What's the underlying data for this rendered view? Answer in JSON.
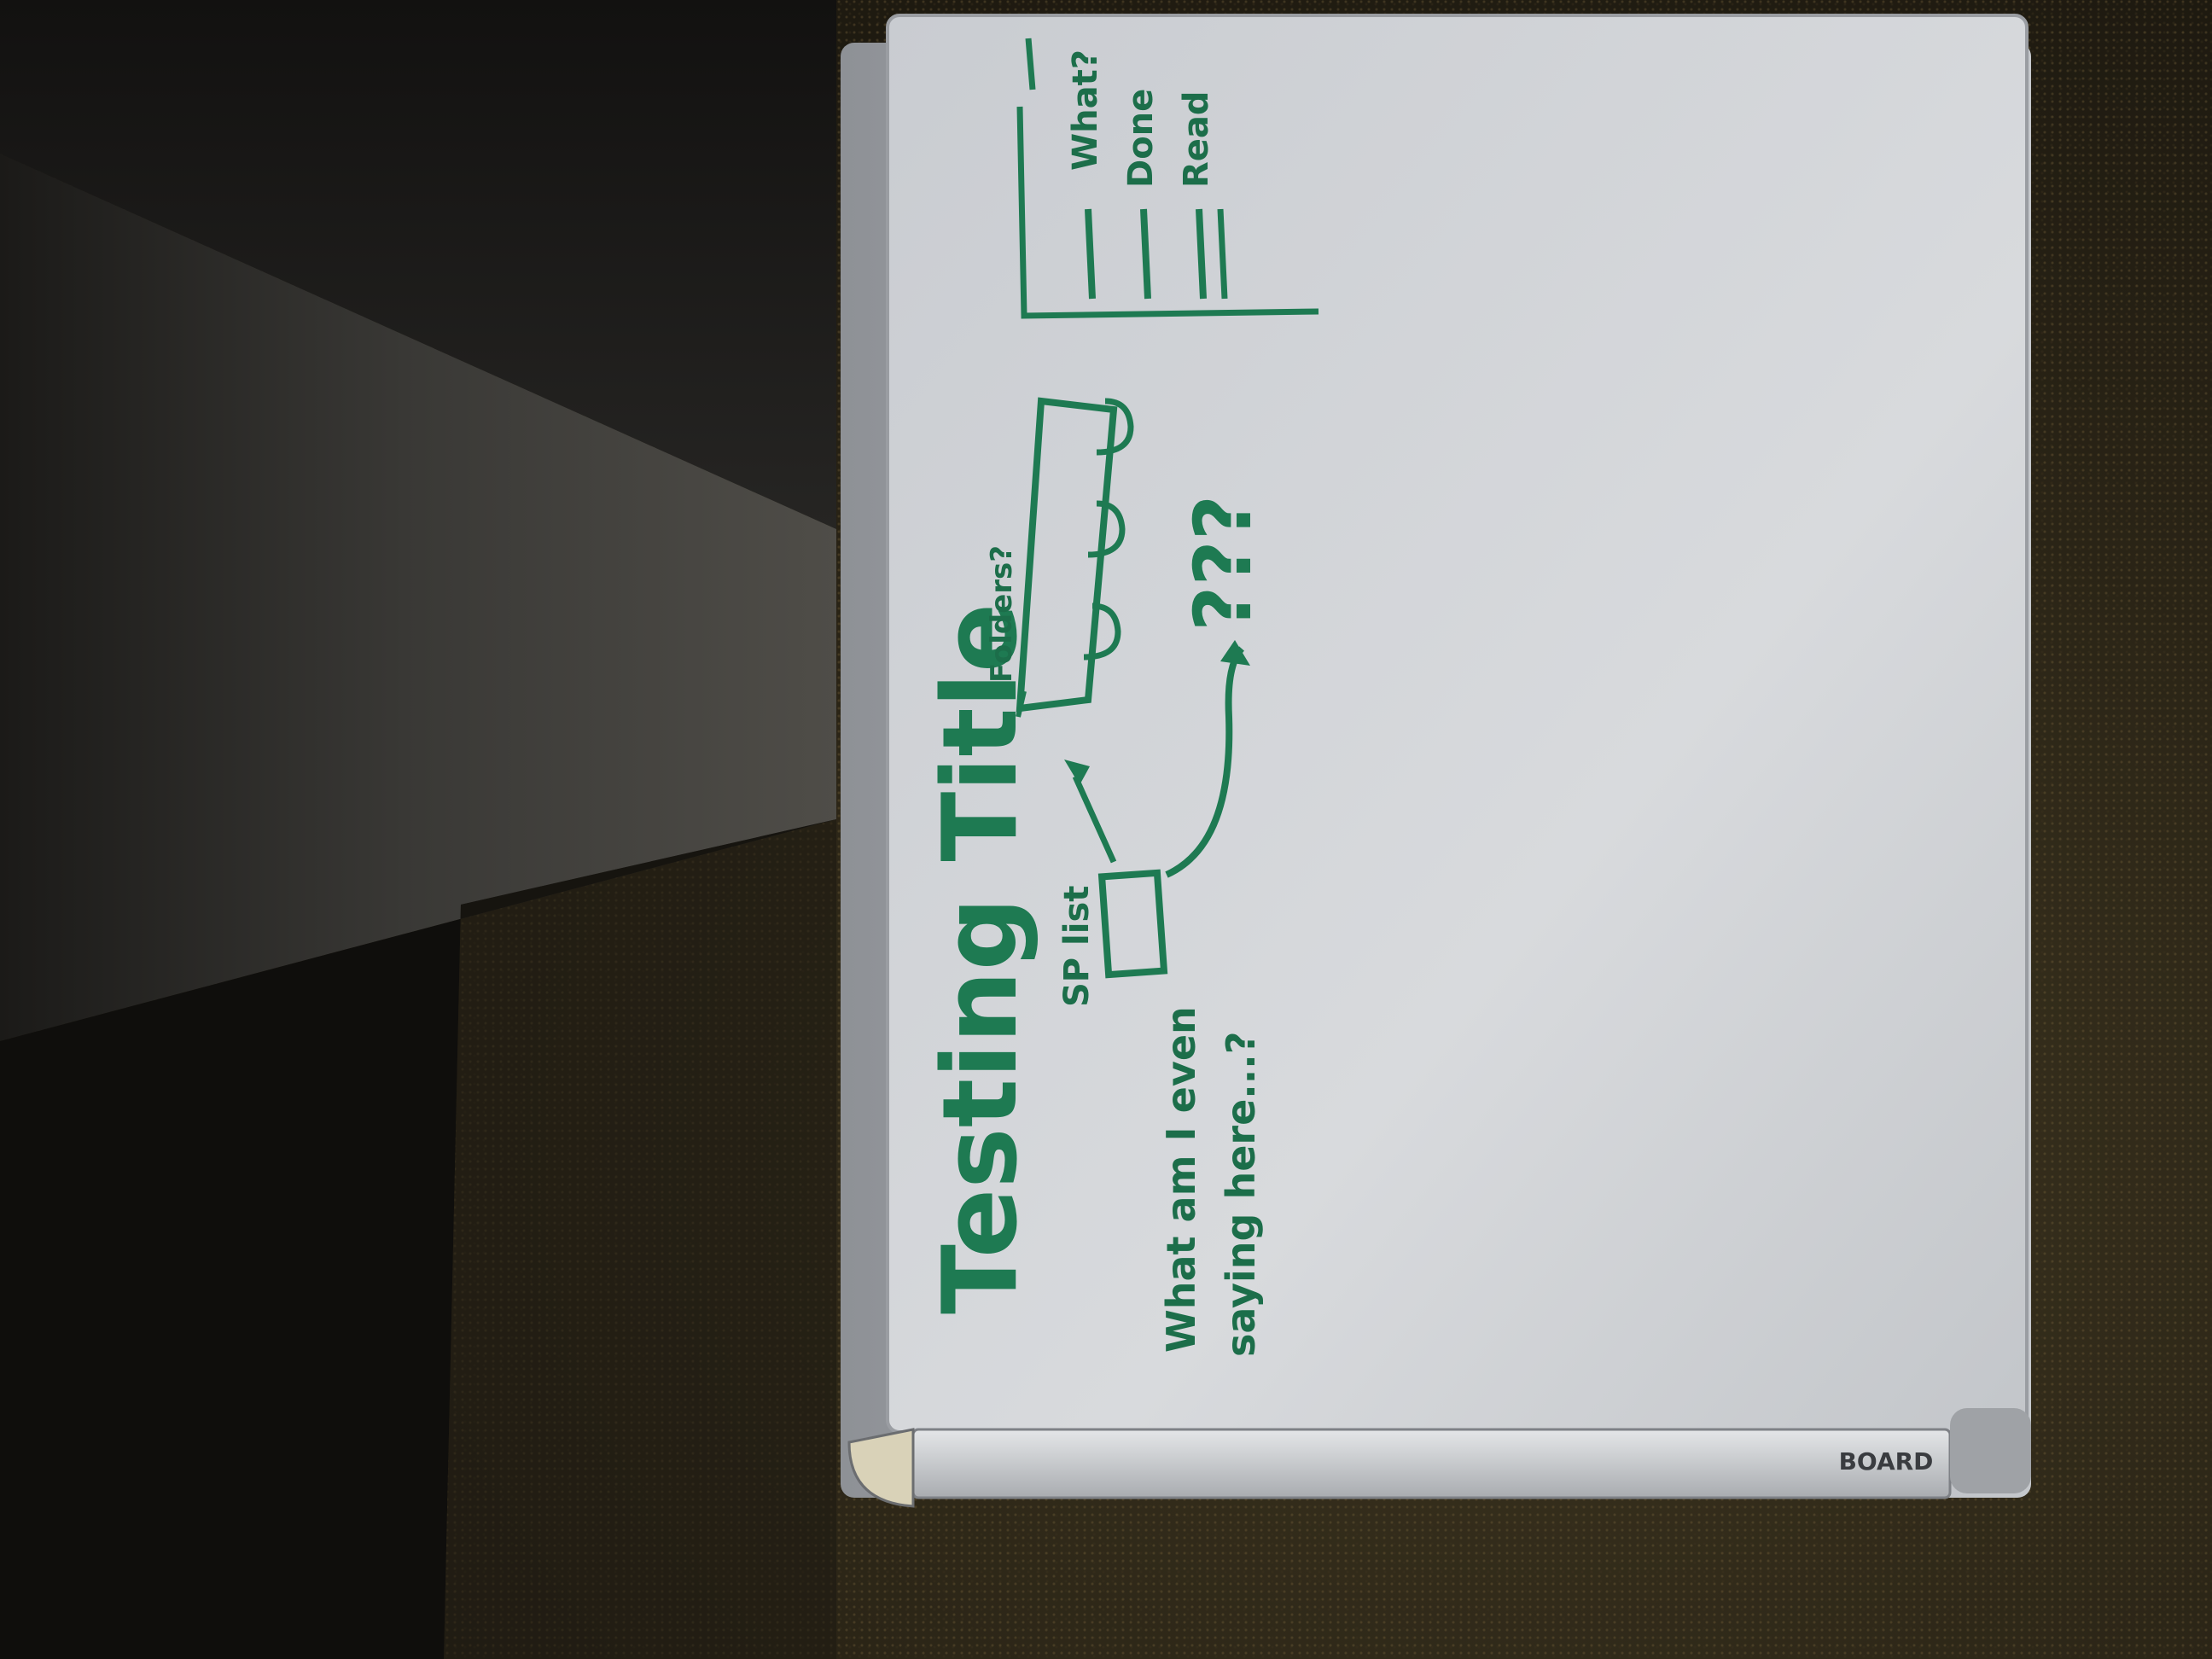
{
  "scene": {
    "description_colors": {
      "carpet": "#3a3220",
      "furniture": "#4a4843",
      "board_surface": "#cfd2d6",
      "frame": "#b9bcc0",
      "marker": "#1e7a52"
    }
  },
  "whiteboard": {
    "title": "Testing Title",
    "question": [
      "What am I even",
      "saying here...?"
    ],
    "box_label": "SP list",
    "stack_label": "Folders?",
    "unknown_label": "???",
    "legend": {
      "items": [
        "What?",
        "Done",
        "Read"
      ]
    },
    "brand": "BOARD"
  }
}
